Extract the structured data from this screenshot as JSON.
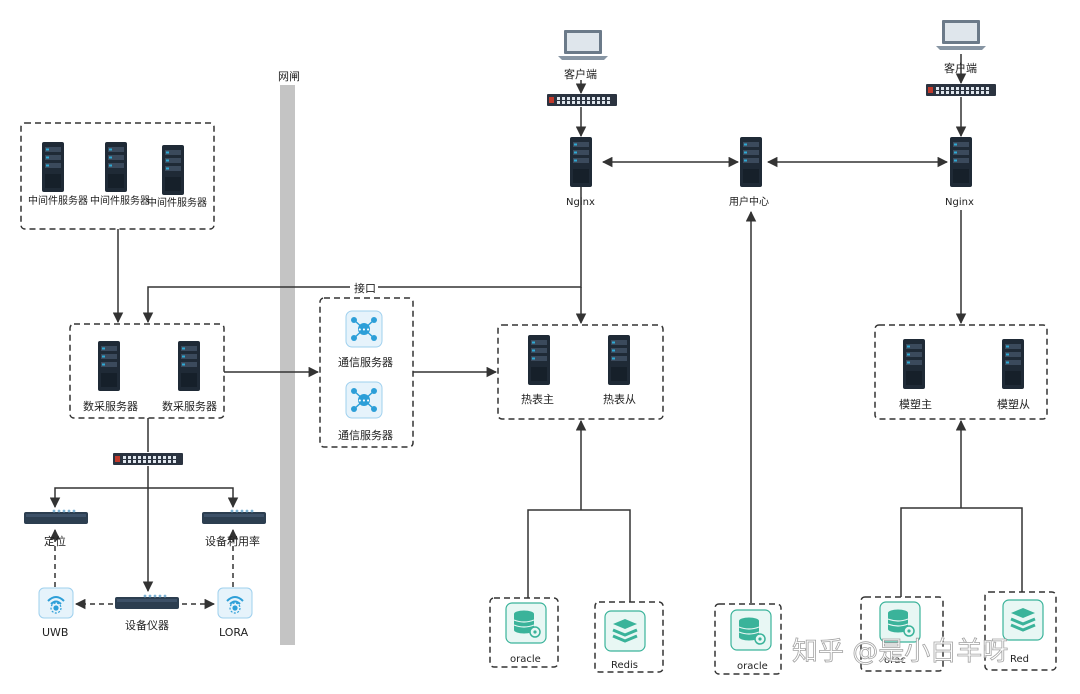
{
  "gateway": {
    "label": "网闸"
  },
  "interface_label": "接口",
  "middleware": {
    "items": [
      "中间件服务器",
      "中间件服务器",
      "中间件服务器"
    ]
  },
  "data_collection": {
    "items": [
      "数采服务器",
      "数采服务器"
    ]
  },
  "comm_servers": {
    "items": [
      "通信服务器",
      "通信服务器"
    ]
  },
  "devices": {
    "positioning": "定位",
    "utilization": "设备利用率",
    "uwb": "UWB",
    "instrument": "设备仪器",
    "lora": "LORA"
  },
  "hot_table": {
    "primary": "热表主",
    "replica": "热表从"
  },
  "mold": {
    "primary": "模塑主",
    "replica": "模塑从"
  },
  "client_left": {
    "label": "客户端",
    "nginx": "Nginx"
  },
  "client_right": {
    "label": "客户端",
    "nginx": "Nginx"
  },
  "user_center": {
    "label": "用户中心"
  },
  "databases": {
    "oracle_1": "oracle",
    "redis_1": "Redis",
    "oracle_2": "oracle",
    "oracle_3": "orac",
    "redis_2": "Red"
  },
  "watermark": "知乎 @是小白羊呀",
  "colors": {
    "server_dark": "#1f2a36",
    "server_accent": "#2fa9d4",
    "icon_teal": "#3ab39a",
    "icon_blue": "#2d9fd8",
    "gateway_bar": "#c4c4c4",
    "line": "#333333"
  }
}
